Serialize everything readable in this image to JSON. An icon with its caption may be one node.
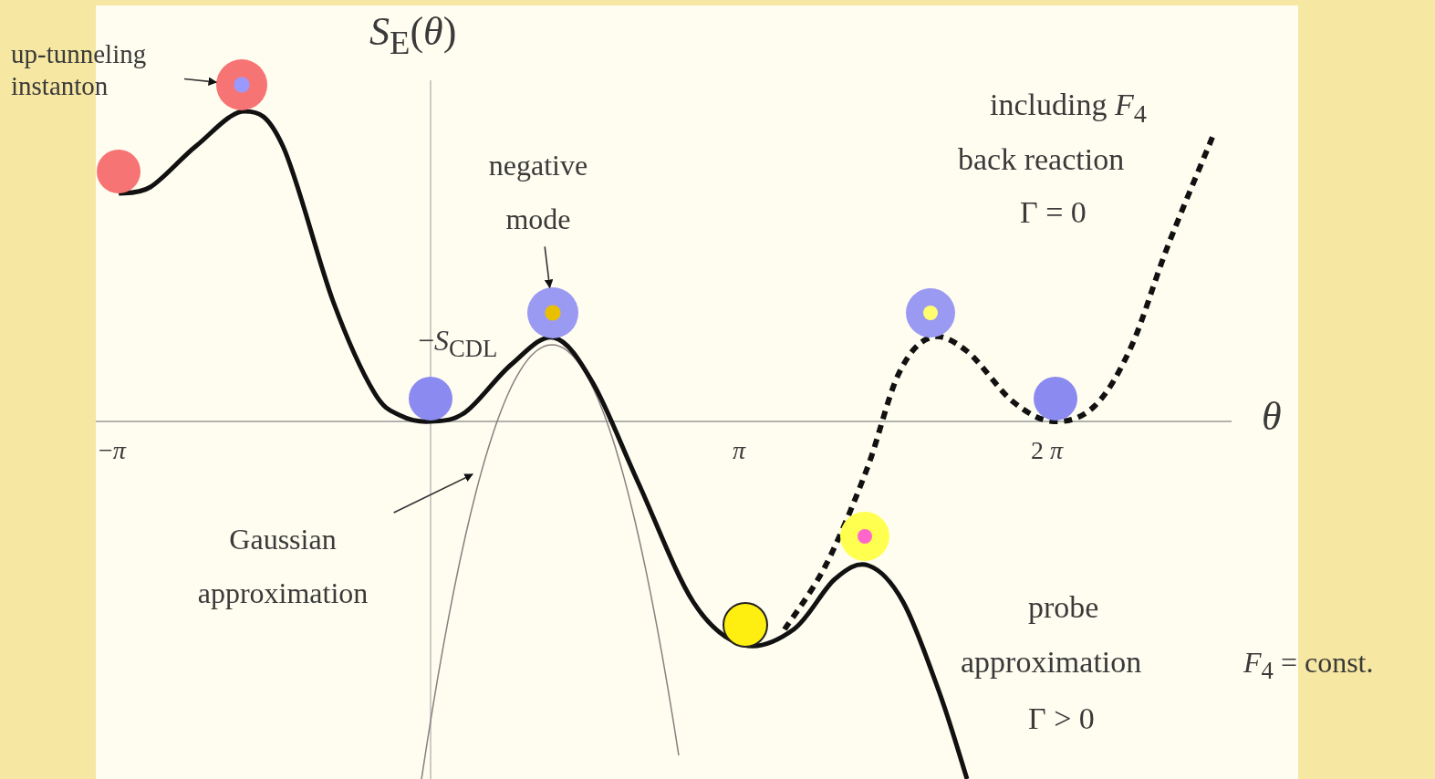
{
  "diagram": {
    "nodes": [
      {
        "text": [
          "up-tunneling instanton"
        ]
      },
      {
        "text": [],
        "shape": "circle"
      },
      {
        "text": [
          "negative mode"
        ]
      },
      {
        "text": [],
        "shape": "circle"
      },
      {
        "text": [
          "Gaussian approximation"
        ]
      },
      {
        "text": [],
        "shape": "curve"
      }
    ],
    "edges": [
      {
        "from": 0,
        "to": 1,
        "arrow": "to"
      },
      {
        "from": 2,
        "to": 3,
        "arrow": "to"
      },
      {
        "from": 4,
        "to": 5,
        "arrow": "to"
      }
    ],
    "labels": [
      "*S*$_{E}$(*θ*)",
      "−*S*$_{CDL}$",
      "*θ*",
      "−*π*",
      "*π*",
      "2 *π*",
      "including *F*$_{4}$",
      "back reaction",
      "Γ = 0",
      "probe",
      "approximation",
      "Γ > 0",
      "*F*$_{4}$ = const."
    ]
  }
}
